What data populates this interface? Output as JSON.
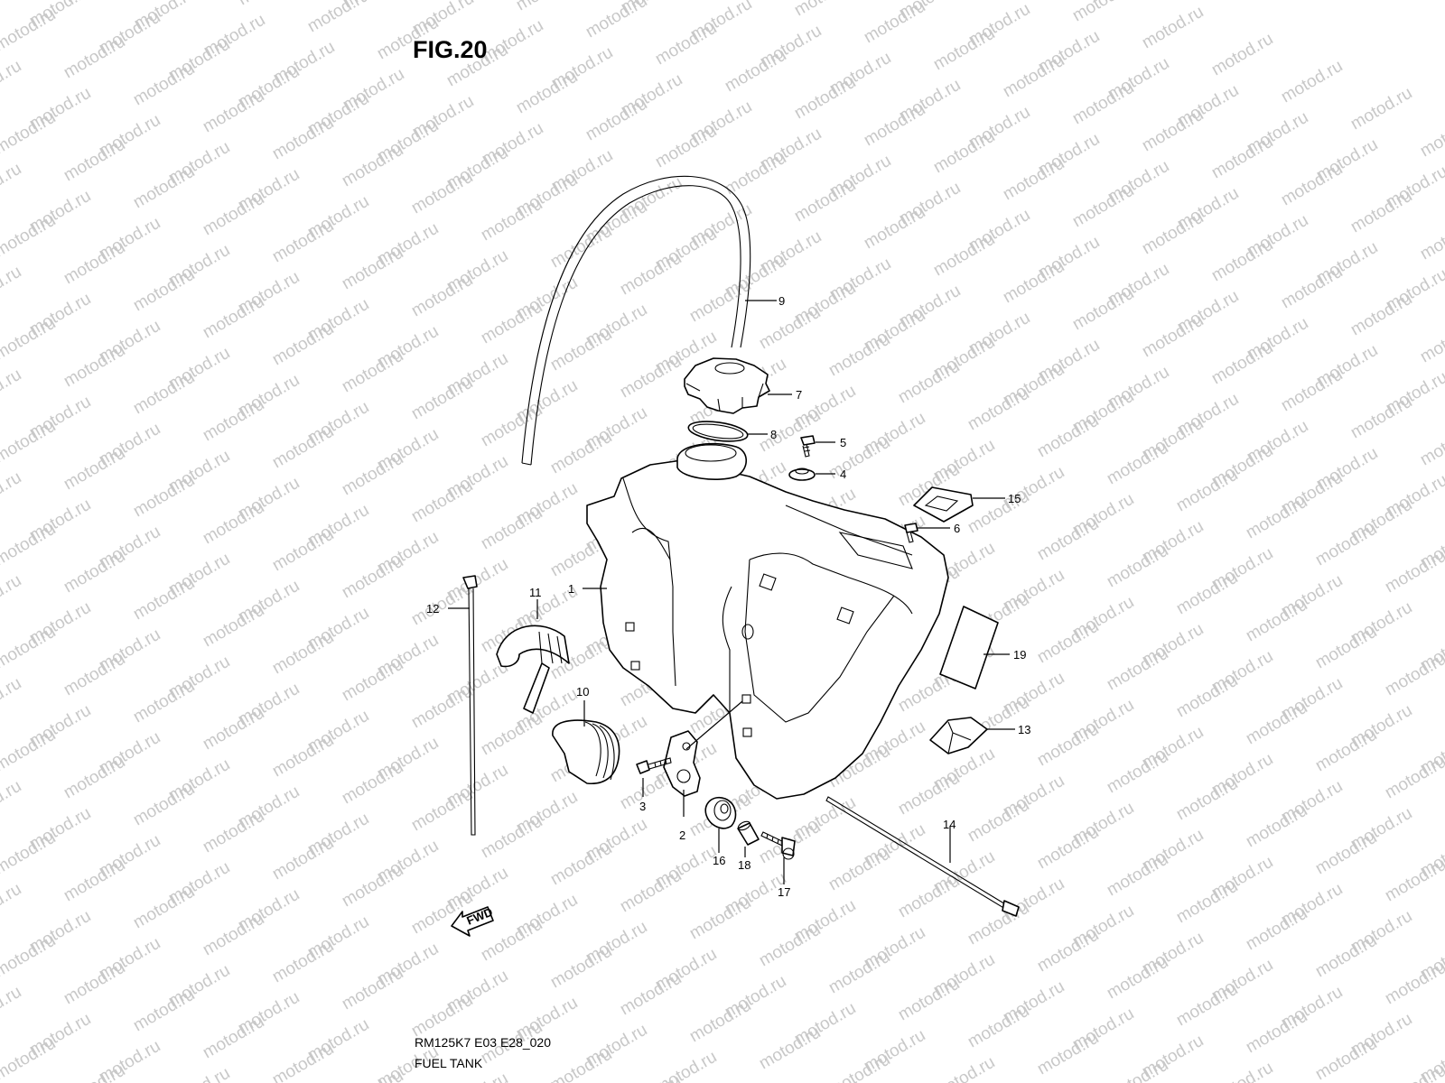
{
  "figure": {
    "title": "FIG.20",
    "code": "RM125K7 E03 E28_020",
    "name": "FUEL TANK"
  },
  "watermark": "motod.ru",
  "fwd_label": "FWD",
  "callouts": [
    "1",
    "2",
    "3",
    "4",
    "5",
    "6",
    "7",
    "8",
    "9",
    "10",
    "11",
    "12",
    "13",
    "14",
    "15",
    "16",
    "17",
    "18",
    "19"
  ]
}
